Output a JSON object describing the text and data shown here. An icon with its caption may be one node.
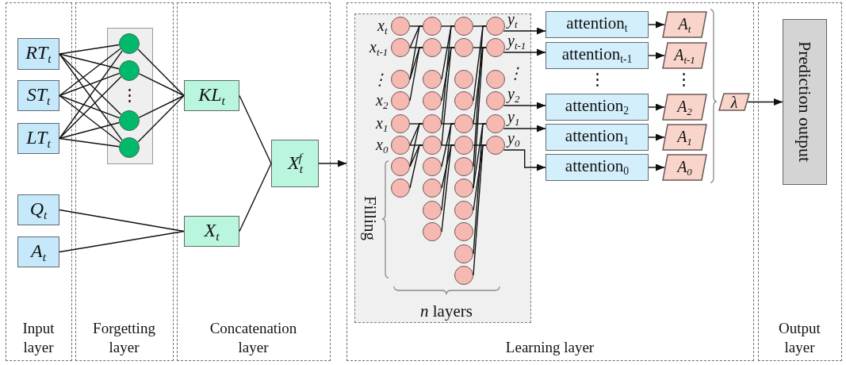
{
  "diagram": {
    "nodes": [
      {
        "text": [
          "Input layer"
        ]
      },
      {
        "text": [
          "RT$_{t}$"
        ],
        "in": 0
      },
      {
        "text": [
          "ST$_{t}$"
        ],
        "in": 0
      },
      {
        "text": [
          "LT$_{t}$"
        ],
        "in": 0
      },
      {
        "text": [
          "Q$_{t}$"
        ],
        "in": 0
      },
      {
        "text": [
          "A$_{t}$"
        ],
        "in": 0
      },
      {
        "text": [
          "Forgetting layer"
        ]
      },
      {
        "text": [],
        "shape": "box",
        "in": 6
      },
      {
        "text": [],
        "shape": "circle",
        "in": 7
      },
      {
        "text": [],
        "shape": "circle",
        "in": 7
      },
      {
        "text": [],
        "shape": "circle",
        "in": 7
      },
      {
        "text": [],
        "shape": "circle",
        "in": 7
      },
      {
        "text": [
          "Concatenation layer"
        ]
      },
      {
        "text": [
          "KL$_{t}$"
        ],
        "in": 12
      },
      {
        "text": [
          "X$_{t}$$^{f}$"
        ],
        "in": 12
      },
      {
        "text": [
          "X$_{t}$"
        ],
        "in": 12
      },
      {
        "text": [
          "Learning layer"
        ]
      },
      {
        "text": [],
        "shape": "box",
        "in": 16
      },
      {
        "text": [],
        "shape": "circle",
        "in": 17,
        "beside": [
          "x$_{t}$"
        ]
      },
      {
        "text": [],
        "shape": "circle",
        "in": 17,
        "beside": [
          "x$_{t-1}$"
        ]
      },
      {
        "text": [],
        "shape": "circle",
        "in": 17,
        "beside": [
          "⋮"
        ]
      },
      {
        "text": [],
        "shape": "circle",
        "in": 17,
        "beside": [
          "x$_{2}$"
        ]
      },
      {
        "text": [],
        "shape": "circle",
        "in": 17,
        "beside": [
          "x$_{1}$"
        ]
      },
      {
        "text": [],
        "shape": "circle",
        "in": 17,
        "beside": [
          "x$_{0}$"
        ]
      },
      {
        "text": [],
        "shape": "circle",
        "in": 17
      },
      {
        "text": [],
        "shape": "circle",
        "in": 17
      },
      {
        "text": [],
        "shape": "circle",
        "in": 17
      },
      {
        "text": [],
        "shape": "circle",
        "in": 17
      },
      {
        "text": [],
        "shape": "circle",
        "in": 17
      },
      {
        "text": [],
        "shape": "circle",
        "in": 17
      },
      {
        "text": [],
        "shape": "circle",
        "in": 17
      },
      {
        "text": [],
        "shape": "circle",
        "in": 17
      },
      {
        "text": [],
        "shape": "circle",
        "in": 17
      },
      {
        "text": [],
        "shape": "circle",
        "in": 17
      },
      {
        "text": [],
        "shape": "circle",
        "in": 17
      },
      {
        "text": [],
        "shape": "circle",
        "in": 17
      },
      {
        "text": [],
        "shape": "circle",
        "in": 17
      },
      {
        "text": [],
        "shape": "circle",
        "in": 17
      },
      {
        "text": [],
        "shape": "circle",
        "in": 17
      },
      {
        "text": [],
        "shape": "circle",
        "in": 17
      },
      {
        "text": [],
        "shape": "circle",
        "in": 17
      },
      {
        "text": [],
        "shape": "circle",
        "in": 17
      },
      {
        "text": [],
        "shape": "circle",
        "in": 17
      },
      {
        "text": [],
        "shape": "circle",
        "in": 17
      },
      {
        "text": [],
        "shape": "circle",
        "in": 17
      },
      {
        "text": [],
        "shape": "circle",
        "in": 17
      },
      {
        "text": [],
        "shape": "circle",
        "in": 17
      },
      {
        "text": [],
        "shape": "circle",
        "in": 17
      },
      {
        "text": [],
        "shape": "circle",
        "in": 17,
        "beside": [
          "y$_{t}$"
        ]
      },
      {
        "text": [],
        "shape": "circle",
        "in": 17,
        "beside": [
          "y$_{t-1}$"
        ]
      },
      {
        "text": [],
        "shape": "circle",
        "in": 17,
        "beside": [
          "⋮"
        ]
      },
      {
        "text": [],
        "shape": "circle",
        "in": 17,
        "beside": [
          "y$_{2}$"
        ]
      },
      {
        "text": [],
        "shape": "circle",
        "in": 17,
        "beside": [
          "y$_{1}$"
        ]
      },
      {
        "text": [],
        "shape": "circle",
        "in": 17,
        "beside": [
          "y$_{0}$"
        ]
      },
      {
        "text": [
          "attention$_{t}$"
        ],
        "in": 16
      },
      {
        "text": [
          "attention$_{t-1}$"
        ],
        "in": 16
      },
      {
        "text": [
          "attention$_{2}$"
        ],
        "in": 16
      },
      {
        "text": [
          "attention$_{1}$"
        ],
        "in": 16
      },
      {
        "text": [
          "attention$_{0}$"
        ],
        "in": 16
      },
      {
        "text": [
          "A$_{t}$"
        ],
        "in": 16
      },
      {
        "text": [
          "A$_{t-1}$"
        ],
        "in": 16
      },
      {
        "text": [
          "A$_{2}$"
        ],
        "in": 16
      },
      {
        "text": [
          "A$_{1}$"
        ],
        "in": 16
      },
      {
        "text": [
          "A$_{0}$"
        ],
        "in": 16
      },
      {
        "text": [
          "λ"
        ],
        "in": 16
      },
      {
        "text": [
          "Output layer"
        ]
      },
      {
        "text": [
          "Prediction output"
        ],
        "in": 65
      }
    ],
    "edges": [
      {
        "from": 1,
        "to": 8,
        "arrow": "none"
      },
      {
        "from": 1,
        "to": 9,
        "arrow": "none"
      },
      {
        "from": 1,
        "to": 10,
        "arrow": "none"
      },
      {
        "from": 1,
        "to": 11,
        "arrow": "none"
      },
      {
        "from": 2,
        "to": 8,
        "arrow": "none"
      },
      {
        "from": 2,
        "to": 9,
        "arrow": "none"
      },
      {
        "from": 2,
        "to": 10,
        "arrow": "none"
      },
      {
        "from": 2,
        "to": 11,
        "arrow": "none"
      },
      {
        "from": 3,
        "to": 8,
        "arrow": "none"
      },
      {
        "from": 3,
        "to": 9,
        "arrow": "none"
      },
      {
        "from": 3,
        "to": 10,
        "arrow": "none"
      },
      {
        "from": 3,
        "to": 11,
        "arrow": "none"
      },
      {
        "from": 8,
        "to": 13,
        "arrow": "none"
      },
      {
        "from": 9,
        "to": 13,
        "arrow": "none"
      },
      {
        "from": 10,
        "to": 13,
        "arrow": "none"
      },
      {
        "from": 11,
        "to": 13,
        "arrow": "none"
      },
      {
        "from": 4,
        "to": 15,
        "arrow": "none"
      },
      {
        "from": 5,
        "to": 15,
        "arrow": "none"
      },
      {
        "from": 13,
        "to": 14,
        "arrow": "none"
      },
      {
        "from": 15,
        "to": 14,
        "arrow": "none"
      },
      {
        "from": 14,
        "to": 16,
        "arrow": "to"
      },
      {
        "from": 18,
        "to": 26,
        "arrow": "none"
      },
      {
        "from": 19,
        "to": 26,
        "arrow": "none"
      },
      {
        "from": 20,
        "to": 26,
        "arrow": "none"
      },
      {
        "from": 19,
        "to": 27,
        "arrow": "none"
      },
      {
        "from": 20,
        "to": 27,
        "arrow": "none"
      },
      {
        "from": 21,
        "to": 27,
        "arrow": "none"
      },
      {
        "from": 22,
        "to": 30,
        "arrow": "none"
      },
      {
        "from": 23,
        "to": 30,
        "arrow": "none"
      },
      {
        "from": 24,
        "to": 30,
        "arrow": "none"
      },
      {
        "from": 23,
        "to": 31,
        "arrow": "none"
      },
      {
        "from": 24,
        "to": 31,
        "arrow": "none"
      },
      {
        "from": 25,
        "to": 31,
        "arrow": "none"
      },
      {
        "from": 26,
        "to": 36,
        "arrow": "none"
      },
      {
        "from": 28,
        "to": 36,
        "arrow": "none"
      },
      {
        "from": 30,
        "to": 36,
        "arrow": "none"
      },
      {
        "from": 27,
        "to": 37,
        "arrow": "none"
      },
      {
        "from": 29,
        "to": 37,
        "arrow": "none"
      },
      {
        "from": 31,
        "to": 37,
        "arrow": "none"
      },
      {
        "from": 30,
        "to": 40,
        "arrow": "none"
      },
      {
        "from": 32,
        "to": 40,
        "arrow": "none"
      },
      {
        "from": 34,
        "to": 40,
        "arrow": "none"
      },
      {
        "from": 31,
        "to": 41,
        "arrow": "none"
      },
      {
        "from": 33,
        "to": 41,
        "arrow": "none"
      },
      {
        "from": 35,
        "to": 41,
        "arrow": "none"
      },
      {
        "from": 36,
        "to": 48,
        "arrow": "none"
      },
      {
        "from": 39,
        "to": 48,
        "arrow": "none"
      },
      {
        "from": 42,
        "to": 48,
        "arrow": "none"
      },
      {
        "from": 37,
        "to": 49,
        "arrow": "none"
      },
      {
        "from": 40,
        "to": 49,
        "arrow": "none"
      },
      {
        "from": 43,
        "to": 49,
        "arrow": "none"
      },
      {
        "from": 40,
        "to": 52,
        "arrow": "none"
      },
      {
        "from": 43,
        "to": 52,
        "arrow": "none"
      },
      {
        "from": 46,
        "to": 52,
        "arrow": "none"
      },
      {
        "from": 41,
        "to": 53,
        "arrow": "none"
      },
      {
        "from": 44,
        "to": 53,
        "arrow": "none"
      },
      {
        "from": 47,
        "to": 53,
        "arrow": "none"
      },
      {
        "from": 48,
        "to": 54,
        "arrow": "to"
      },
      {
        "from": 49,
        "to": 55,
        "arrow": "to"
      },
      {
        "from": 51,
        "to": 56,
        "arrow": "to"
      },
      {
        "from": 52,
        "to": 57,
        "arrow": "to"
      },
      {
        "from": 53,
        "to": 58,
        "arrow": "to"
      },
      {
        "from": 54,
        "to": 59,
        "arrow": "to"
      },
      {
        "from": 55,
        "to": 60,
        "arrow": "to"
      },
      {
        "from": 56,
        "to": 61,
        "arrow": "to"
      },
      {
        "from": 57,
        "to": 62,
        "arrow": "to"
      },
      {
        "from": 58,
        "to": 63,
        "arrow": "to"
      },
      {
        "from": 64,
        "to": 66,
        "arrow": "to"
      }
    ],
    "labels": [
      "⋮",
      "⋮",
      "⋮",
      "Filling",
      "*n* layers"
    ]
  }
}
